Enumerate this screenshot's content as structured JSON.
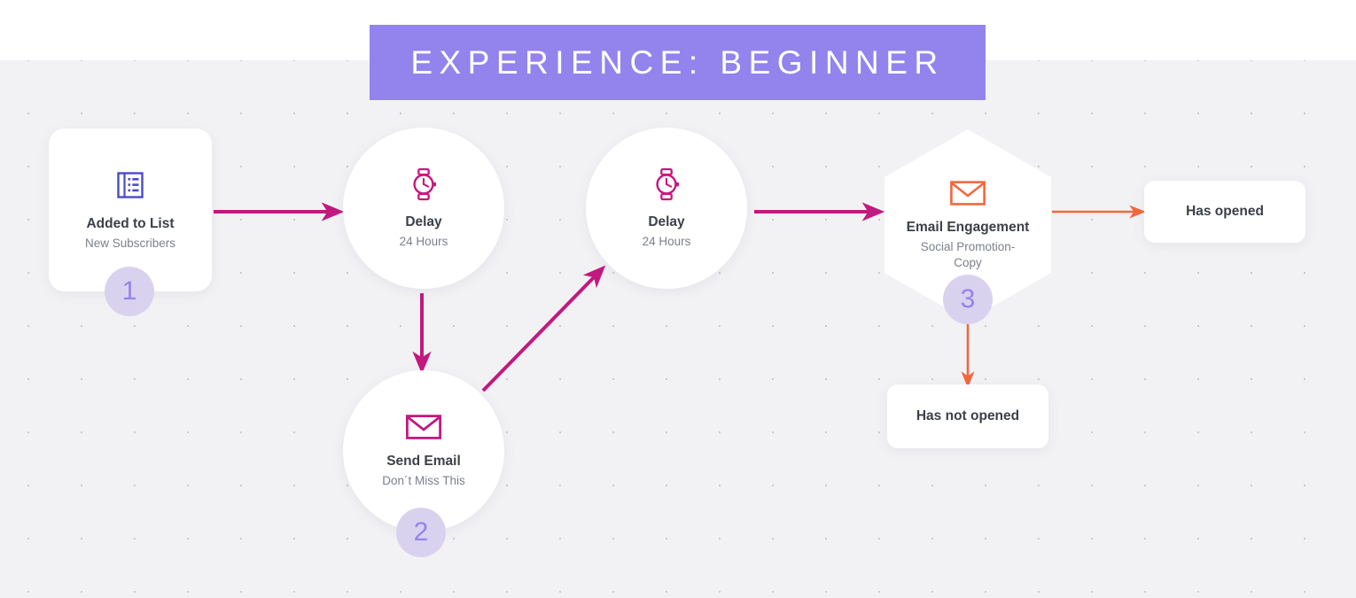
{
  "header": {
    "title": "EXPERIENCE: BEGINNER",
    "background_color": "#9383ed",
    "text_color": "#ffffff"
  },
  "canvas": {
    "background_color": "#f2f2f5",
    "dot_color": "#c9c9d2",
    "page_background": "#ffffff"
  },
  "colors": {
    "purple": "#9383ed",
    "badge_fill": "#d9d2ef",
    "magenta": "#c2197f",
    "orange": "#f4673c",
    "icon_blue": "#4a4bc8",
    "title_text": "#3b4049",
    "sub_text": "#7b808c"
  },
  "nodes": [
    {
      "id": "added-to-list",
      "shape": "card",
      "title": "Added to List",
      "subtitle": "New Subscribers",
      "icon": "list-icon",
      "icon_color": "#4a4bc8",
      "badge": "1"
    },
    {
      "id": "delay-1",
      "shape": "circle",
      "title": "Delay",
      "subtitle": "24 Hours",
      "icon": "watch-icon",
      "icon_color": "#c2197f",
      "badge": null
    },
    {
      "id": "delay-2",
      "shape": "circle",
      "title": "Delay",
      "subtitle": "24 Hours",
      "icon": "watch-icon",
      "icon_color": "#c2197f",
      "badge": null
    },
    {
      "id": "email-engagement",
      "shape": "hexagon",
      "title": "Email Engagement",
      "subtitle": "Social Promotion-Copy",
      "icon": "envelope-icon",
      "icon_color": "#f4673c",
      "badge": "3"
    },
    {
      "id": "send-email",
      "shape": "circle",
      "title": "Send Email",
      "subtitle": "Don´t Miss This",
      "icon": "envelope-icon",
      "icon_color": "#c2197f",
      "badge": "2"
    }
  ],
  "outcomes": [
    {
      "id": "has-opened",
      "label": "Has opened",
      "arrow_color": "#f4673c"
    },
    {
      "id": "has-not-opened",
      "label": "Has not opened",
      "arrow_color": "#f4673c"
    }
  ],
  "connectors": [
    {
      "from": "added-to-list",
      "to": "delay-1",
      "color": "#c2197f",
      "direction": "right"
    },
    {
      "from": "delay-1",
      "to": "send-email",
      "color": "#c2197f",
      "direction": "down"
    },
    {
      "from": "send-email",
      "to": "delay-2",
      "color": "#c2197f",
      "direction": "diagonal-up-right"
    },
    {
      "from": "delay-2",
      "to": "email-engagement",
      "color": "#c2197f",
      "direction": "right"
    },
    {
      "from": "email-engagement",
      "to": "has-opened",
      "color": "#f4673c",
      "direction": "right"
    },
    {
      "from": "email-engagement",
      "to": "has-not-opened",
      "color": "#f4673c",
      "direction": "down"
    }
  ]
}
